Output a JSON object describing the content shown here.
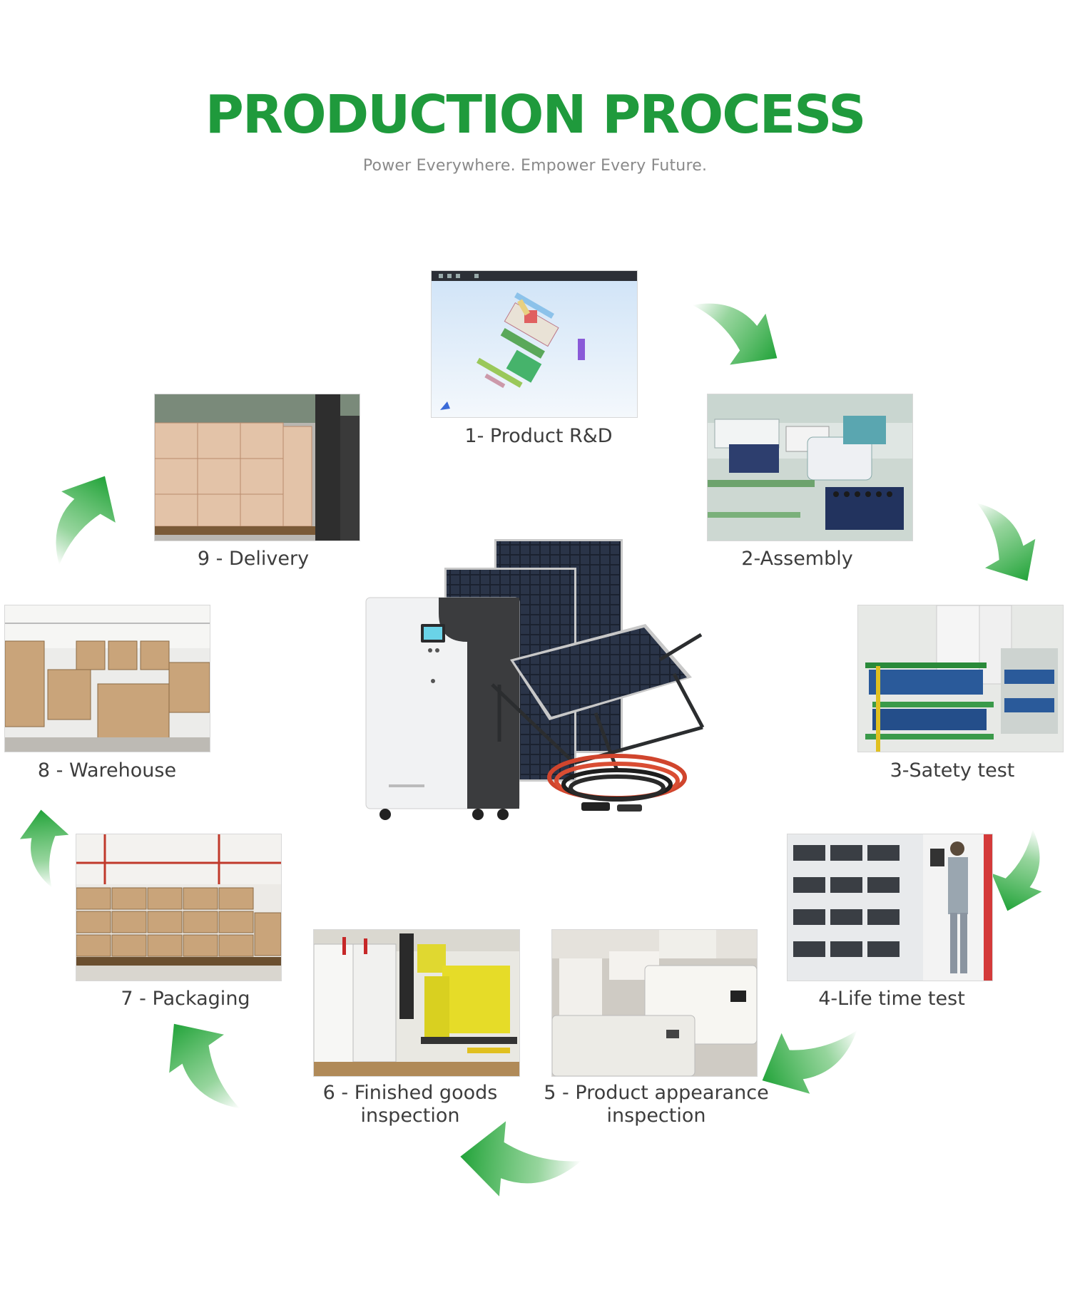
{
  "header": {
    "title": "PRODUCTION PROCESS",
    "subtitle": "Power Everywhere. Empower Every Future."
  },
  "colors": {
    "accent_green": "#1f9a3c",
    "label_text": "#3d3d3d",
    "subtitle_text": "#8a8a8a"
  },
  "steps": [
    {
      "label": "1- Product R&D"
    },
    {
      "label": "2-Assembly"
    },
    {
      "label": "3-Satety test"
    },
    {
      "label": "4-Life time test"
    },
    {
      "label_line1": "5 - Product appearance",
      "label_line2": "inspection"
    },
    {
      "label_line1": "6 - Finished goods",
      "label_line2": "inspection"
    },
    {
      "label": "7 - Packaging"
    },
    {
      "label": "8 - Warehouse"
    },
    {
      "label": "9 - Delivery"
    }
  ]
}
